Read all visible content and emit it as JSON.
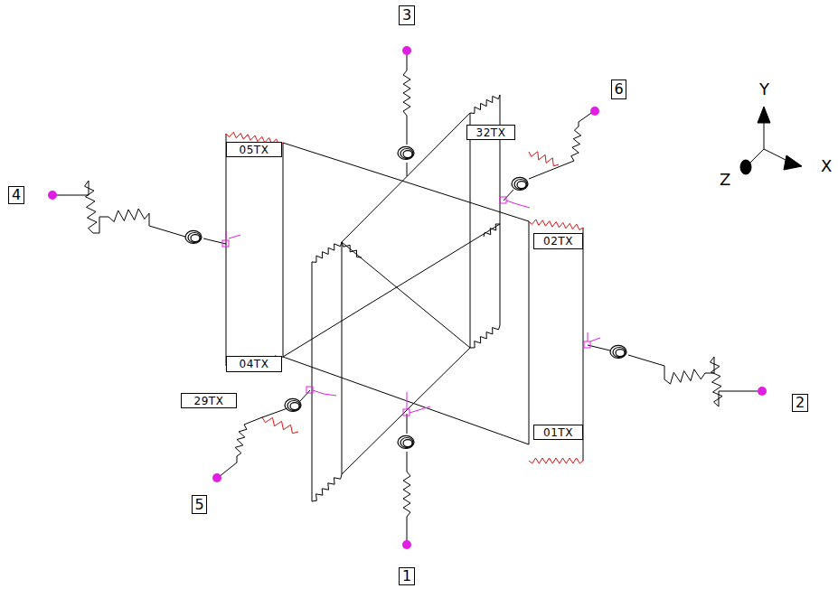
{
  "diagram": {
    "nodes": [
      {
        "text": [
          "3"
        ]
      },
      {
        "text": [
          "32TX"
        ]
      },
      {
        "text": [
          "6"
        ]
      },
      {
        "text": [
          "05TX"
        ]
      },
      {
        "text": [
          "4"
        ]
      },
      {
        "text": [
          "02TX"
        ]
      },
      {
        "text": [
          "04TX"
        ]
      },
      {
        "text": [
          "29TX"
        ]
      },
      {
        "text": [
          "2"
        ]
      },
      {
        "text": [
          "01TX"
        ]
      },
      {
        "text": [
          "5"
        ]
      },
      {
        "text": [
          "1"
        ]
      }
    ],
    "labels": [
      "Y",
      "X",
      "Z"
    ]
  }
}
